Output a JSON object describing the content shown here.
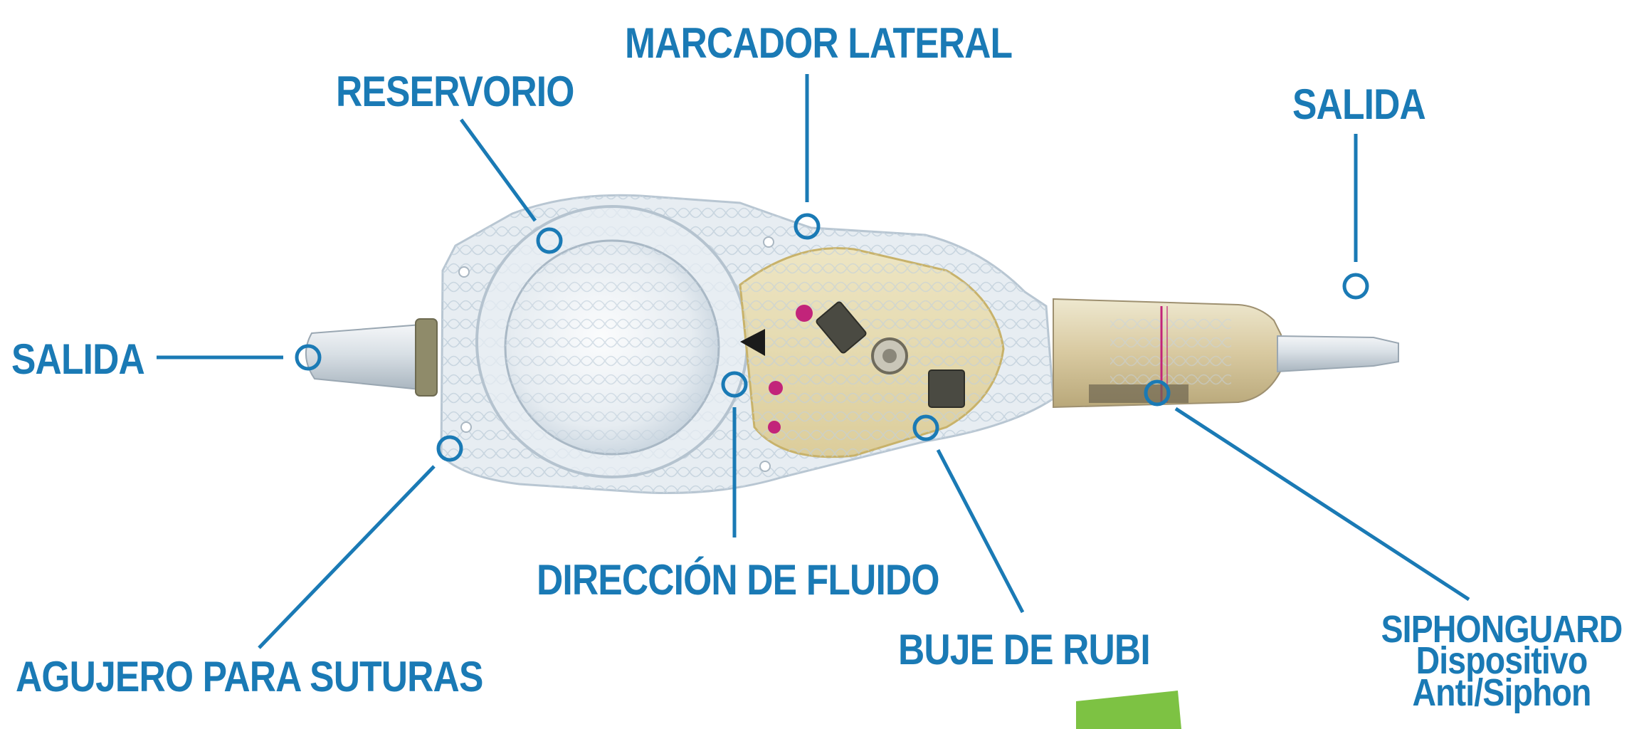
{
  "labels": {
    "marcador_lateral": "MARCADOR LATERAL",
    "reservorio": "RESERVORIO",
    "salida_right": "SALIDA",
    "salida_left": "SALIDA",
    "direccion_fluido": "DIRECCIÓN DE FLUIDO",
    "agujero_suturas": "AGUJERO PARA SUTURAS",
    "buje_rubi": "BUJE DE RUBI",
    "siphonguard": {
      "line1": "SIPHONGUARD",
      "line2": "Dispositivo",
      "line3": "Anti/Siphon"
    }
  },
  "colors": {
    "callout": "#1a7ab5",
    "accent_green": "#7dc243",
    "device_body": "#dce6ee",
    "reservoir_dome": "#eef1f3",
    "valve_amber": "#e6d69a",
    "marker_magenta": "#c2247a"
  }
}
